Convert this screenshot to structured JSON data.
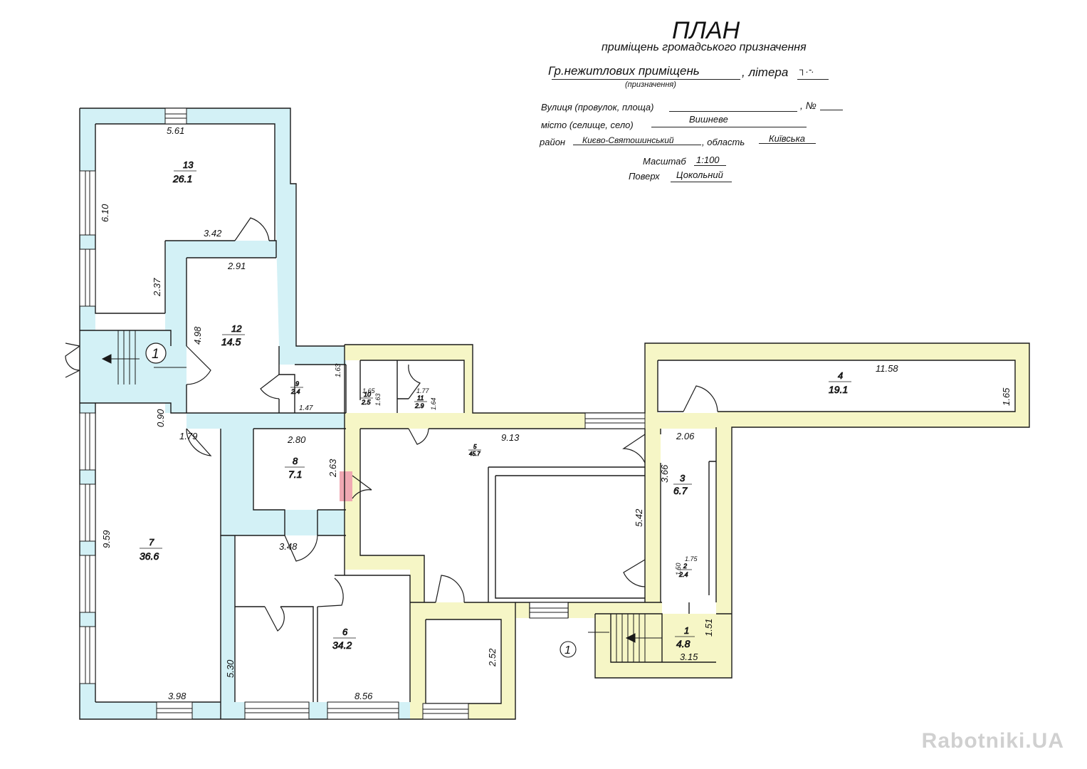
{
  "header": {
    "title": "ПЛАН",
    "subtitle": "приміщень громадського призначення",
    "purpose_value": "Гр.нежитлових приміщень",
    "litera_label": ", літера",
    "litera_value": "┐.-.",
    "purpose_caption": "(призначення)",
    "street_label": "Вулиця (провулок, площа)",
    "number_label": ", №",
    "city_label": "місто (селище, село)",
    "city_value": "Вишневе",
    "district_label": "район",
    "district_value": "Києво-Святошинський",
    "oblast_label": ", область",
    "oblast_value": "Київська",
    "scale_label": "Масштаб",
    "scale_value": "1:100",
    "floor_label": "Поверх",
    "floor_value": "Цокольний"
  },
  "rooms": [
    {
      "num": "13",
      "area": "26.1"
    },
    {
      "num": "12",
      "area": "14.5"
    },
    {
      "num": "9",
      "area": "2.4"
    },
    {
      "num": "10",
      "area": "2.5"
    },
    {
      "num": "11",
      "area": "2.9"
    },
    {
      "num": "8",
      "area": "7.1"
    },
    {
      "num": "7",
      "area": "36.6"
    },
    {
      "num": "6",
      "area": "34.2"
    },
    {
      "num": "5",
      "area": "45.7"
    },
    {
      "num": "4",
      "area": "19.1"
    },
    {
      "num": "3",
      "area": "6.7"
    },
    {
      "num": "2",
      "area": "2.4"
    },
    {
      "num": "1",
      "area": "4.8"
    }
  ],
  "dims": [
    "5.61",
    "6.10",
    "3.42",
    "2.37",
    "2.91",
    "4.98",
    "0.90",
    "1.79",
    "1.63",
    "1.47",
    "1.65",
    "1.63",
    "1.77",
    "1.64",
    "2.80",
    "2.63",
    "9.13",
    "9.59",
    "3.48",
    "5.30",
    "3.98",
    "8.56",
    "2.52",
    "11.58",
    "1.65",
    "2.06",
    "3.66",
    "5.42",
    "1.75",
    "1.50",
    "3.15",
    "1.51"
  ],
  "section_marks": [
    "1",
    "1"
  ],
  "watermark": "Rabotniki.UA",
  "colors": {
    "blue": "#d3f1f6",
    "yellow": "#f6f6c6",
    "red": "#f0a8b2",
    "wall": "#1a1a1a"
  }
}
